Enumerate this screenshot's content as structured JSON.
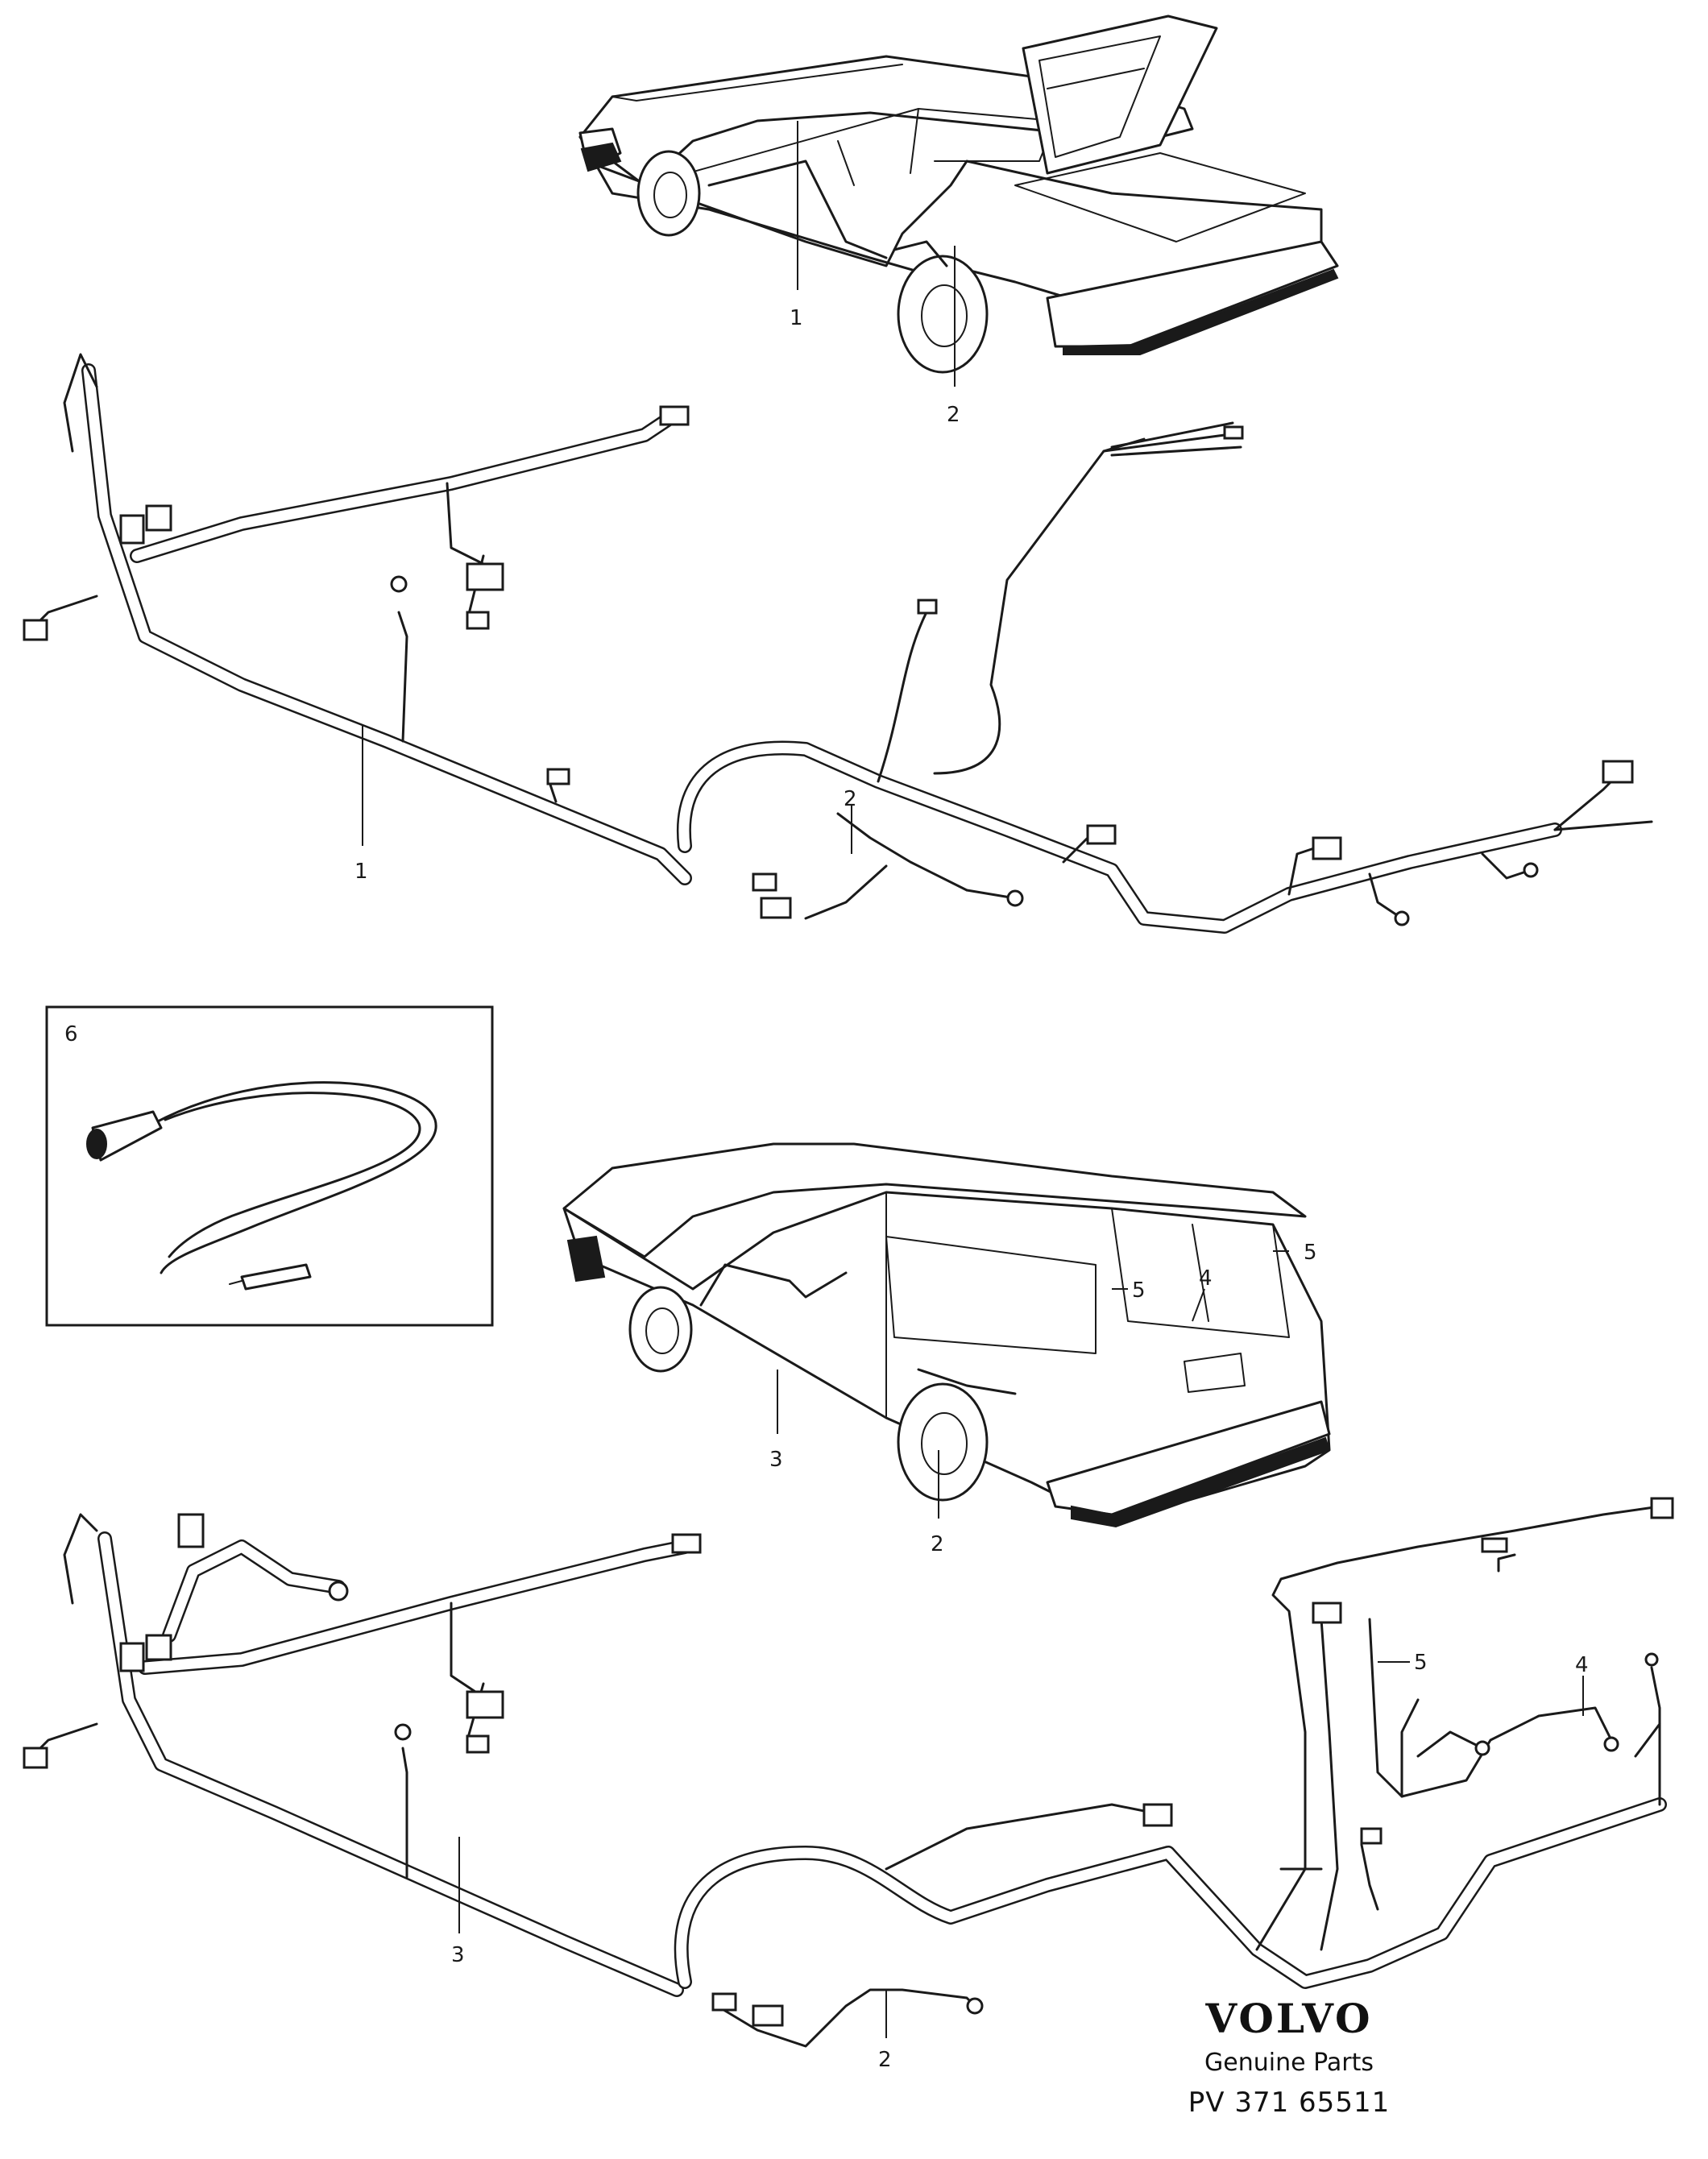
{
  "callouts": {
    "c1_top": "1",
    "c2_top": "2",
    "c1_harness": "1",
    "c2_harness_upper": "2",
    "c6_inset": "6",
    "c5_wagon_left": "5",
    "c4_wagon": "4",
    "c5_wagon_right": "5",
    "c3_wagon": "3",
    "c2_wagon": "2",
    "c5_harness": "5",
    "c4_harness": "4",
    "c3_harness": "3",
    "c2_harness_lower": "2"
  },
  "brand": {
    "logo": "VOLVO",
    "subtitle": "Genuine Parts",
    "code": "PV 371 65511"
  },
  "icons": [
    "sedan-illustration",
    "wagon-illustration",
    "wiring-harness",
    "antenna-cable",
    "connector-plug"
  ]
}
